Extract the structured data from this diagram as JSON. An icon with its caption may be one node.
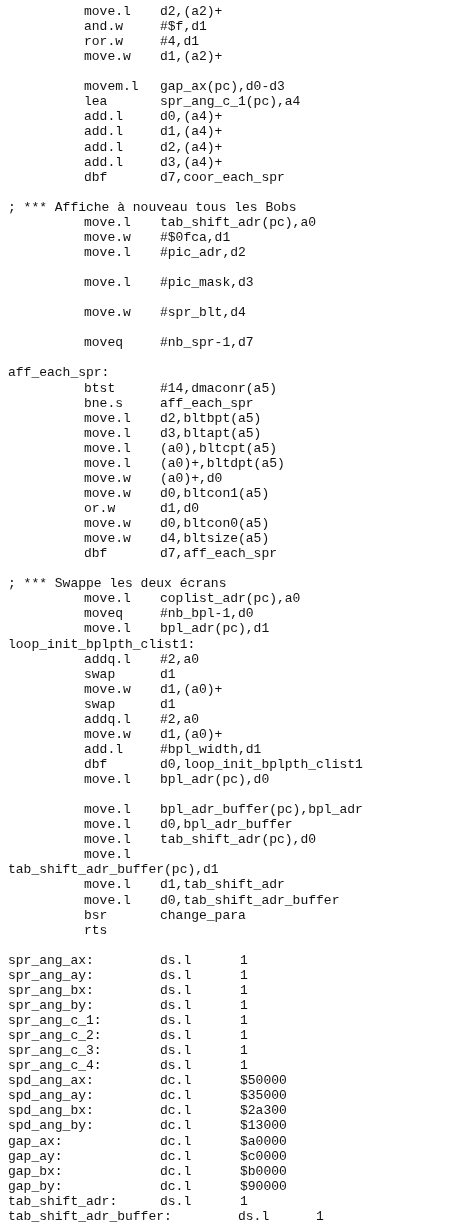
{
  "diagram": {
    "labels": [
      "move.l",
      "d2,(a2)+",
      "and.w",
      "#$f,d1",
      "ror.w",
      "#4,d1",
      "move.w",
      "d1,(a2)+",
      "movem.l",
      "gap_ax(pc),d0-d3",
      "lea",
      "spr_ang_c_1(pc),a4",
      "add.l",
      "d0,(a4)+",
      "add.l",
      "d1,(a4)+",
      "add.l",
      "d2,(a4)+",
      "add.l",
      "d3,(a4)+",
      "dbf",
      "d7,coor_each_spr",
      "; *** Affiche à nouveau tous les Bobs",
      "move.l",
      "tab_shift_adr(pc),a0",
      "move.w",
      "#$0fca,d1",
      "move.l",
      "#pic_adr,d2",
      "move.l",
      "#pic_mask,d3",
      "move.w",
      "#spr_blt,d4",
      "moveq",
      "#nb_spr-1,d7",
      "aff_each_spr:",
      "btst",
      "#14,dmaconr(a5)",
      "bne.s",
      "aff_each_spr",
      "move.l",
      "d2,bltbpt(a5)",
      "move.l",
      "d3,bltapt(a5)",
      "move.l",
      "(a0),bltcpt(a5)",
      "move.l",
      "(a0)+,bltdpt(a5)",
      "move.w",
      "(a0)+,d0",
      "move.w",
      "d0,bltcon1(a5)",
      "or.w",
      "d1,d0",
      "move.w",
      "d0,bltcon0(a5)",
      "move.w",
      "d4,bltsize(a5)",
      "dbf",
      "d7,aff_each_spr",
      "; *** Swappe les deux écrans",
      "move.l",
      "coplist_adr(pc),a0",
      "moveq",
      "#nb_bpl-1,d0",
      "move.l",
      "bpl_adr(pc),d1",
      "loop_init_bplpth_clist1:",
      "addq.l",
      "#2,a0",
      "swap",
      "d1",
      "move.w",
      "d1,(a0)+",
      "swap",
      "d1",
      "addq.l",
      "#2,a0",
      "move.w",
      "d1,(a0)+",
      "add.l",
      "#bpl_width,d1",
      "dbf",
      "d0,loop_init_bplpth_clist1",
      "move.l",
      "bpl_adr(pc),d0",
      "move.l",
      "bpl_adr_buffer(pc),bpl_adr",
      "move.l",
      "d0,bpl_adr_buffer",
      "move.l",
      "tab_shift_adr(pc),d0",
      "move.l",
      "tab_shift_adr_buffer(pc),d1",
      "move.l",
      "d1,tab_shift_adr",
      "move.l",
      "d0,tab_shift_adr_buffer",
      "bsr",
      "change_para",
      "rts",
      "spr_ang_ax:",
      "ds.l",
      "1",
      "spr_ang_ay:",
      "ds.l",
      "1",
      "spr_ang_bx:",
      "ds.l",
      "1",
      "spr_ang_by:",
      "ds.l",
      "1",
      "spr_ang_c_1:",
      "ds.l",
      "1",
      "spr_ang_c_2:",
      "ds.l",
      "1",
      "spr_ang_c_3:",
      "ds.l",
      "1",
      "spr_ang_c_4:",
      "ds.l",
      "1",
      "spd_ang_ax:",
      "dc.l",
      "$50000",
      "spd_ang_ay:",
      "dc.l",
      "$35000",
      "spd_ang_bx:",
      "dc.l",
      "$2a300",
      "spd_ang_by:",
      "dc.l",
      "$13000",
      "gap_ax:",
      "dc.l",
      "$a0000",
      "gap_ay:",
      "dc.l",
      "$c0000",
      "gap_bx:",
      "dc.l",
      "$b0000",
      "gap_by:",
      "dc.l",
      "$90000",
      "tab_shift_adr:",
      "ds.l",
      "1",
      "tab_shift_adr_buffer:",
      "ds.l",
      "1"
    ]
  }
}
